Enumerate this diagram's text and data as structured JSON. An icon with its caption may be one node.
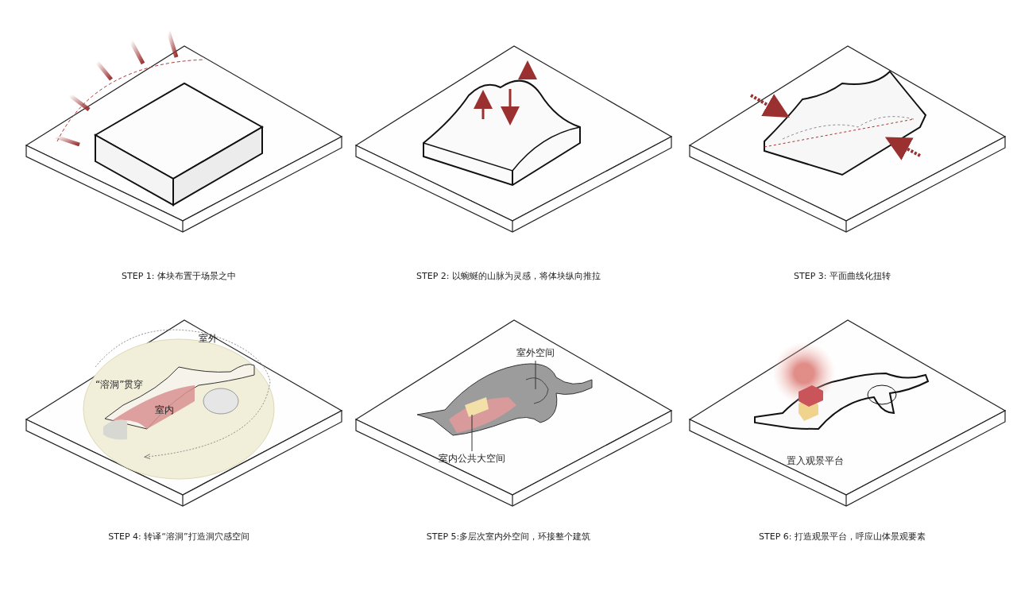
{
  "diagram": {
    "nodes": [
      {
        "text": [
          "室外空间"
        ]
      },
      {
        "text": [
          "室内公共大空间"
        ]
      }
    ],
    "edges": [
      {
        "from": 0,
        "to": null,
        "arrow": "none"
      },
      {
        "from": 1,
        "to": null,
        "arrow": "none"
      }
    ],
    "labels": [
      "STEP 1: 体块布置于场景之中",
      "STEP 2: 以蜿蜒的山脉为灵感，将体块纵向推拉",
      "STEP 3: 平面曲线化扭转",
      "室外",
      "“溶洞”贯穿",
      "室内",
      "置入观景平台",
      "STEP 4: 转译“溶洞”打造洞穴感空间",
      "STEP 5:多层次室内外空间，环接整个建筑",
      "STEP 6: 打造观景平台，呼应山体景观要素"
    ]
  }
}
